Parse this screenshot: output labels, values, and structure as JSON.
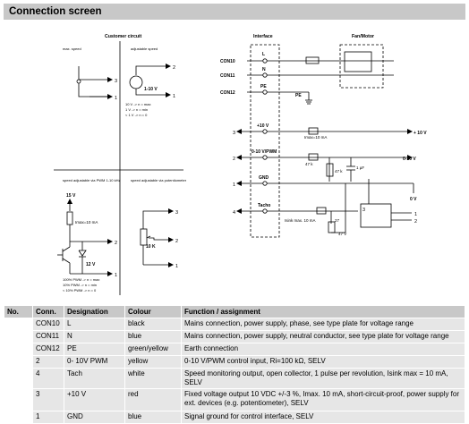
{
  "section_title": "Connection screen",
  "diagram": {
    "customer_circuit_title": "Customer circuit",
    "interface_title": "Interface",
    "fan_motor_title": "Fan/Motor",
    "max_speed": "max. speed",
    "adjustable_speed": "adjustable speed",
    "range_1_10v": "1-10 V",
    "speed_notes": [
      "10 V -> n = max",
      "1 V -> n = min",
      "< 1 V -> n = 0"
    ],
    "speed_pwm_title": "speed adjustable via PWM 1-10 kHz",
    "speed_pot_title": "speed adjustable via potentiometer",
    "v15": "15 V",
    "imax_10ma_left": "Imax=10 mA",
    "v12_label": "12 V",
    "pwm_notes": [
      "100% PWM -> n = max",
      "10% PWM -> n = min",
      "< 10% PWM -> n = 0"
    ],
    "r10k": "10 K",
    "pin_3": "3",
    "pin_2": "2",
    "pin_1": "1",
    "pin_4": "4",
    "con10": "CON10",
    "con11": "CON11",
    "con12": "CON12",
    "l_label": "L",
    "n_label": "N",
    "pe_label": "PE",
    "pe_ground": "PE",
    "v10_label": "+10 V",
    "imax_10ma": "Imax=10 mA",
    "v10_out": "+ 10 V",
    "pwm_label": "0-10 V/PWM",
    "r47k_a": "47 k",
    "r47k_b": "47 k",
    "c1uf": "1 µF",
    "v010_out": "0-10 V",
    "gnd_label": "GND",
    "v0_out": "0 V",
    "tacho_label": "Tacho",
    "isink": "Isink max. 10 mA",
    "r27": "27",
    "v47": "47 V"
  },
  "table": {
    "headers": [
      "No.",
      "Conn.",
      "Designation",
      "Colour",
      "Function / assignment"
    ],
    "rows": [
      [
        "",
        "CON10",
        "L",
        "black",
        "Mains connection, power supply, phase, see type plate for voltage range"
      ],
      [
        "",
        "CON11",
        "N",
        "blue",
        "Mains connection, power supply, neutral conductor, see type plate for voltage range"
      ],
      [
        "",
        "CON12",
        "PE",
        "green/yellow",
        "Earth connection"
      ],
      [
        "",
        "2",
        "0- 10V PWM",
        "yellow",
        "0-10 V/PWM control input, Ri=100 kΩ, SELV"
      ],
      [
        "",
        "4",
        "Tach",
        "white",
        "Speed monitoring output, open collector, 1 pulse per revolution, Isink max = 10 mA, SELV"
      ],
      [
        "",
        "3",
        "+10 V",
        "red",
        "Fixed voltage output 10 VDC +/-3 %, Imax. 10 mA, short-circuit-proof, power supply for ext. devices (e.g. potentiometer), SELV"
      ],
      [
        "",
        "1",
        "GND",
        "blue",
        "Signal ground for control interface, SELV"
      ]
    ]
  }
}
